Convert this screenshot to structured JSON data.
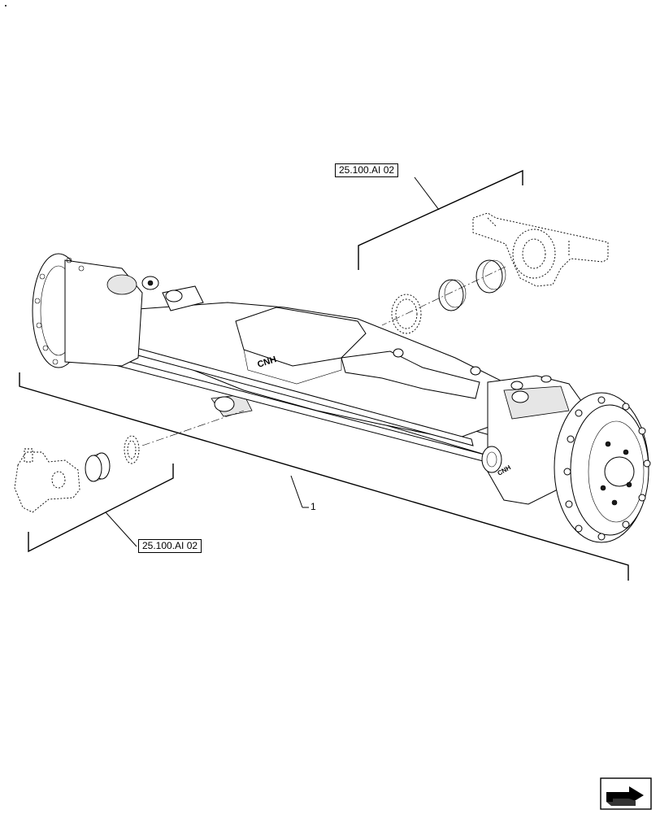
{
  "callouts": {
    "upper_ref": "25.100.AI 02",
    "lower_ref": "25.100.AI 02"
  },
  "item_label": "1",
  "housing_mark": "CNH",
  "hub_mark": "CNH",
  "icons": {
    "nav": "next-arrow-icon",
    "corner": "dot-icon"
  }
}
